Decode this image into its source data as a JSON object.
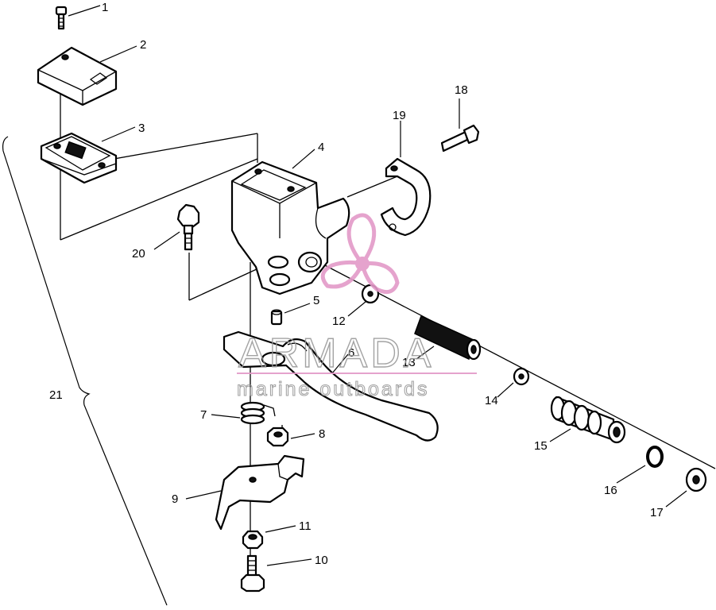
{
  "diagram": {
    "callouts": [
      "1",
      "2",
      "3",
      "4",
      "5",
      "6",
      "7",
      "8",
      "9",
      "10",
      "11",
      "12",
      "13",
      "14",
      "15",
      "16",
      "17",
      "18",
      "19",
      "20",
      "21"
    ]
  },
  "watermark": {
    "brand": "ARMADA",
    "tagline": "marine outboards",
    "accent_color": "#e39ac8"
  }
}
